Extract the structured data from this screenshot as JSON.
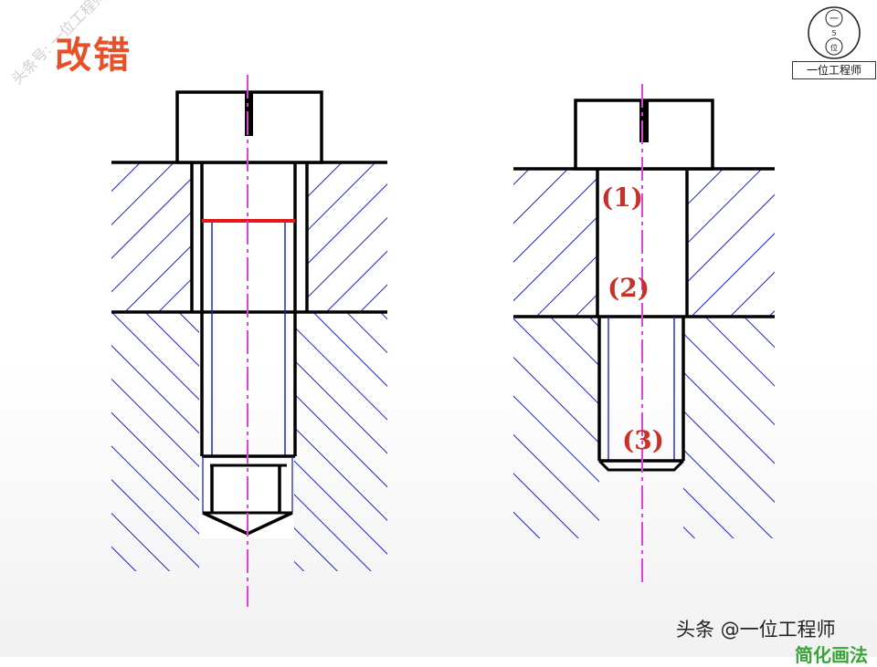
{
  "header": {
    "title": "改错",
    "watermark": "头条号: 一位工程师"
  },
  "logo": {
    "caption": "一位工程师",
    "glyph_top": "一",
    "glyph_mid": "5",
    "glyph_bottom": "位"
  },
  "right_figure": {
    "labels": [
      "(1)",
      "(2)",
      "(3)"
    ]
  },
  "footer": {
    "credit": "头条 @一位工程师",
    "tag": "简化画法"
  },
  "colors": {
    "title": "#e8502a",
    "hatch": "#1a22d8",
    "centerline": "#e040e0",
    "error_mark": "#e81818",
    "label": "#c83028",
    "outline": "#000000"
  }
}
